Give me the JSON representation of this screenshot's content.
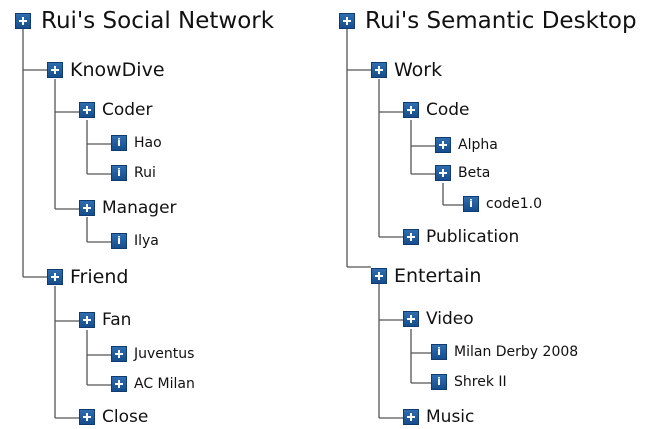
{
  "left_tree": {
    "root": "Rui's Social Network",
    "knowdive": "KnowDive",
    "coder": "Coder",
    "hao": "Hao",
    "rui": "Rui",
    "manager": "Manager",
    "ilya": "Ilya",
    "friend": "Friend",
    "fan": "Fan",
    "juventus": "Juventus",
    "acmilan": "AC Milan",
    "close": "Close"
  },
  "right_tree": {
    "root": "Rui's Semantic Desktop",
    "work": "Work",
    "code": "Code",
    "alpha": "Alpha",
    "beta": "Beta",
    "code10": "code1.0",
    "publication": "Publication",
    "entertain": "Entertain",
    "video": "Video",
    "milan_derby": "Milan Derby 2008",
    "shrek": "Shrek II",
    "music": "Music"
  },
  "icon_names": {
    "folder": "expand-plus-icon",
    "leaf": "info-icon"
  },
  "colors": {
    "icon": "#1f5a9c",
    "lines": "#555555",
    "text": "#111111"
  },
  "icon_glyph": {
    "leaf": "i"
  }
}
